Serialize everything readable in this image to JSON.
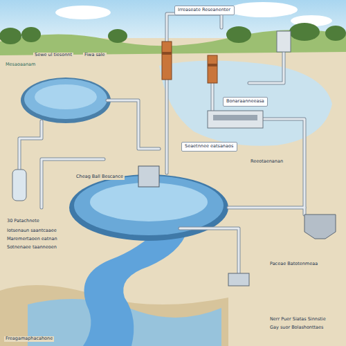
{
  "diagram": {
    "nodes": [
      {
        "text": [
          "Irreaseate Reseanenter"
        ]
      },
      {
        "text": [
          "Bonaraanneeasa"
        ]
      },
      {
        "text": [
          "Seaetnnee eatsanaos"
        ]
      }
    ],
    "labels": [
      "Mesaoaanam",
      "Sewe ul tiesonnt",
      "Fiwa sale",
      "Cheag Ball Bescance",
      "30 Patachnete",
      "Iotsenaun saantcaaee",
      "Maremertaoen eatnan",
      "Sotnenaee taanneoen",
      "Nerr Puer Siatas Sinnstie",
      "Gay suor Bolashonttaes",
      "Freagamaphacahone",
      "Paceae Batotenmeaa",
      "Reeotaenanan"
    ]
  }
}
